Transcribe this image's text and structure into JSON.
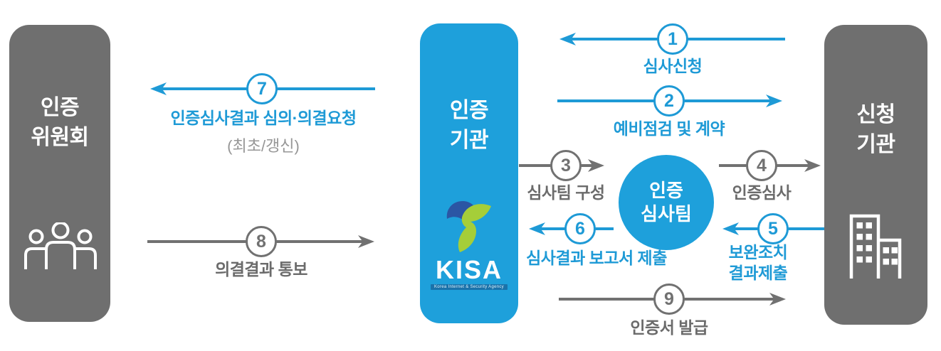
{
  "colors": {
    "brand_blue": "#1EA0DB",
    "accent_blue": "#1E9AD6",
    "box_gray": "#6F6F6F",
    "arrow_gray": "#717171",
    "label_gray": "#6B6B6B",
    "note_gray": "#969696",
    "logo_navy": "#2B56A4",
    "logo_green": "#A5CE39"
  },
  "boxes": {
    "committee": {
      "lines": [
        "인증",
        "위원회"
      ],
      "icon": "people-icon"
    },
    "certification_body": {
      "lines": [
        "인증",
        "기관"
      ],
      "icon": "kisa-logo",
      "logo_text": "KISA",
      "logo_tagline": "Korea Internet & Security Agency"
    },
    "applicant": {
      "lines": [
        "신청",
        "기관"
      ],
      "icon": "building-icon"
    }
  },
  "team_circle": {
    "lines": [
      "인증",
      "심사팀"
    ]
  },
  "steps": [
    {
      "num": "1",
      "label": "심사신청",
      "color": "blue",
      "direction": "left",
      "from": "applicant",
      "to": "certification_body"
    },
    {
      "num": "2",
      "label": "예비점검 및 계약",
      "color": "blue",
      "direction": "right",
      "from": "certification_body",
      "to": "applicant"
    },
    {
      "num": "3",
      "label": "심사팀 구성",
      "color": "gray",
      "direction": "right",
      "from": "certification_body",
      "to": "team_circle"
    },
    {
      "num": "4",
      "label": "인증심사",
      "color": "gray",
      "direction": "right",
      "from": "team_circle",
      "to": "applicant"
    },
    {
      "num": "5",
      "label_lines": [
        "보완조치",
        "결과제출"
      ],
      "color": "blue",
      "direction": "left",
      "from": "applicant",
      "to": "team_circle"
    },
    {
      "num": "6",
      "label": "심사결과 보고서 제출",
      "color": "blue",
      "direction": "left",
      "from": "team_circle",
      "to": "certification_body"
    },
    {
      "num": "7",
      "label": "인증심사결과 심의·의결요청",
      "note": "(최초/갱신)",
      "color": "blue",
      "direction": "left",
      "from": "certification_body",
      "to": "committee"
    },
    {
      "num": "8",
      "label": "의결결과 통보",
      "color": "gray",
      "direction": "right",
      "from": "committee",
      "to": "certification_body"
    },
    {
      "num": "9",
      "label": "인증서 발급",
      "color": "gray",
      "direction": "right",
      "from": "certification_body",
      "to": "applicant"
    }
  ]
}
